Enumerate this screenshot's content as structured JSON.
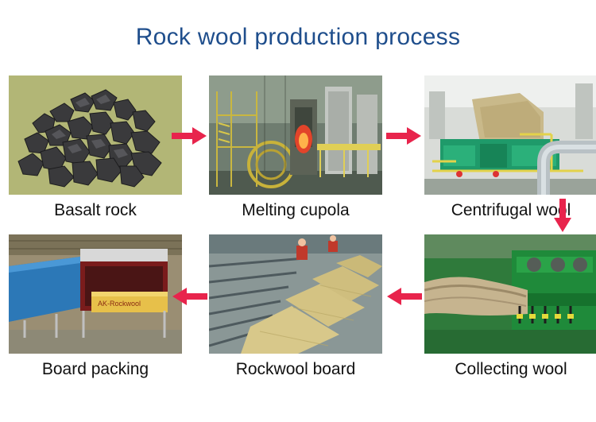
{
  "title": "Rock wool production process",
  "arrow_color": "#e8244c",
  "steps": [
    {
      "label": "Basalt rock"
    },
    {
      "label": "Melting cupola"
    },
    {
      "label": "Centrifugal wool"
    },
    {
      "label": "Collecting wool"
    },
    {
      "label": "Rockwool board"
    },
    {
      "label": "Board packing"
    }
  ],
  "packing_brand": "AK-Rockwool"
}
